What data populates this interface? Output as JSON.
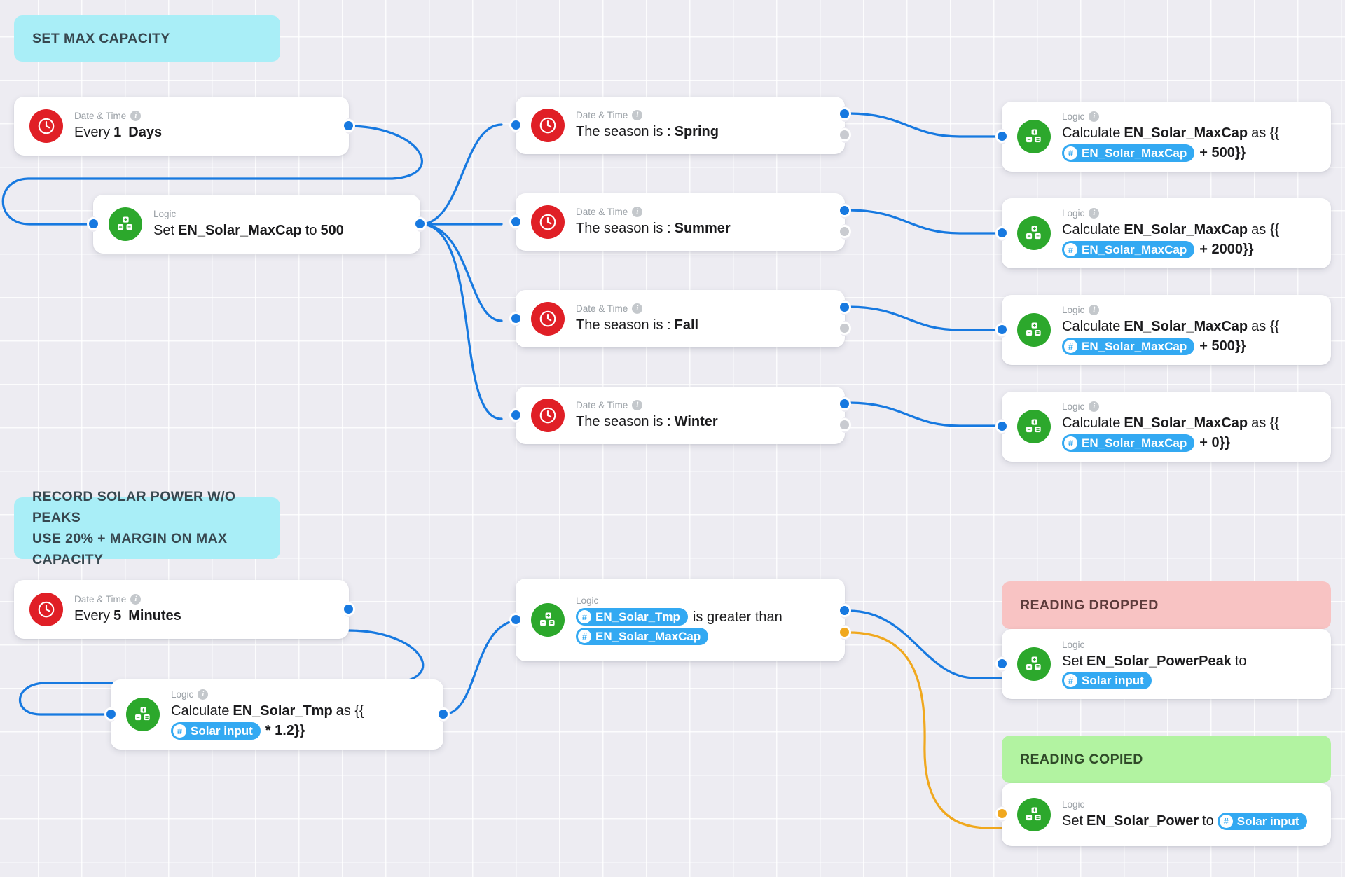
{
  "canvas": {
    "background_color": "#edecf2",
    "grid": "on"
  },
  "colors": {
    "trigger_icon": "#e01f26",
    "logic_icon": "#2ca82c",
    "variable_chip": "#33a9f2",
    "edge_true": "#1779e0",
    "edge_false": "#f0a81e",
    "banner_blue": "#a9eef7",
    "banner_red": "#f8c3c3",
    "banner_green": "#b2f3a1"
  },
  "banners": {
    "set_max_capacity": {
      "line1": "SET MAX CAPACITY"
    },
    "record_solar": {
      "line1": "RECORD SOLAR POWER W/O PEAKS",
      "line2": "USE 20% + MARGIN ON MAX CAPACITY"
    },
    "reading_dropped": {
      "line1": "READING DROPPED"
    },
    "reading_copied": {
      "line1": "READING COPIED"
    }
  },
  "kickers": {
    "datetime": "Date & Time",
    "logic": "Logic",
    "info_glyph": "i"
  },
  "nodes": {
    "trigger_daily": {
      "kicker": "Date & Time",
      "text_light": "Every",
      "text_bold_1": "1",
      "text_bold_2": "Days",
      "icon": "clock-icon"
    },
    "set_maxcap": {
      "kicker": "Logic",
      "t1": "Set",
      "t2": "EN_Solar_MaxCap",
      "t3": "to",
      "t4": "500",
      "icon": "logic-icon"
    },
    "season_spring": {
      "kicker": "Date & Time",
      "text_light": "The season is :",
      "text_bold": "Spring",
      "icon": "clock-icon"
    },
    "season_summer": {
      "kicker": "Date & Time",
      "text_light": "The season is :",
      "text_bold": "Summer",
      "icon": "clock-icon"
    },
    "season_fall": {
      "kicker": "Date & Time",
      "text_light": "The season is :",
      "text_bold": "Fall",
      "icon": "clock-icon"
    },
    "season_winter": {
      "kicker": "Date & Time",
      "text_light": "The season is :",
      "text_bold": "Winter",
      "icon": "clock-icon"
    },
    "calc_spring": {
      "kicker": "Logic",
      "t1": "Calculate",
      "t2": "EN_Solar_MaxCap",
      "t3": "as {{",
      "chip": "EN_Solar_MaxCap",
      "t4": "+ 500}}",
      "icon": "logic-icon"
    },
    "calc_summer": {
      "kicker": "Logic",
      "t1": "Calculate",
      "t2": "EN_Solar_MaxCap",
      "t3": "as {{",
      "chip": "EN_Solar_MaxCap",
      "t4": "+ 2000}}",
      "icon": "logic-icon"
    },
    "calc_fall": {
      "kicker": "Logic",
      "t1": "Calculate",
      "t2": "EN_Solar_MaxCap",
      "t3": "as {{",
      "chip": "EN_Solar_MaxCap",
      "t4": "+ 500}}",
      "icon": "logic-icon"
    },
    "calc_winter": {
      "kicker": "Logic",
      "t1": "Calculate",
      "t2": "EN_Solar_MaxCap",
      "t3": "as {{",
      "chip": "EN_Solar_MaxCap",
      "t4": "+ 0}}",
      "icon": "logic-icon"
    },
    "trigger_5min": {
      "kicker": "Date & Time",
      "text_light": "Every",
      "text_bold_1": "5",
      "text_bold_2": "Minutes",
      "icon": "clock-icon"
    },
    "calc_tmp": {
      "kicker": "Logic",
      "t1": "Calculate",
      "t2": "EN_Solar_Tmp",
      "t3": "as {{",
      "chip": "Solar input",
      "t4": "* 1.2}}",
      "icon": "logic-icon"
    },
    "compare_tmp": {
      "kicker": "Logic",
      "chip1": "EN_Solar_Tmp",
      "t1": "is greater than",
      "chip2": "EN_Solar_MaxCap",
      "icon": "logic-icon"
    },
    "set_powerpeak": {
      "kicker": "Logic",
      "t1": "Set",
      "t2": "EN_Solar_PowerPeak",
      "t3": "to",
      "chip": "Solar input",
      "icon": "logic-icon"
    },
    "set_power": {
      "kicker": "Logic",
      "t1": "Set",
      "t2": "EN_Solar_Power",
      "t3": "to",
      "chip": "Solar input",
      "icon": "logic-icon"
    }
  }
}
